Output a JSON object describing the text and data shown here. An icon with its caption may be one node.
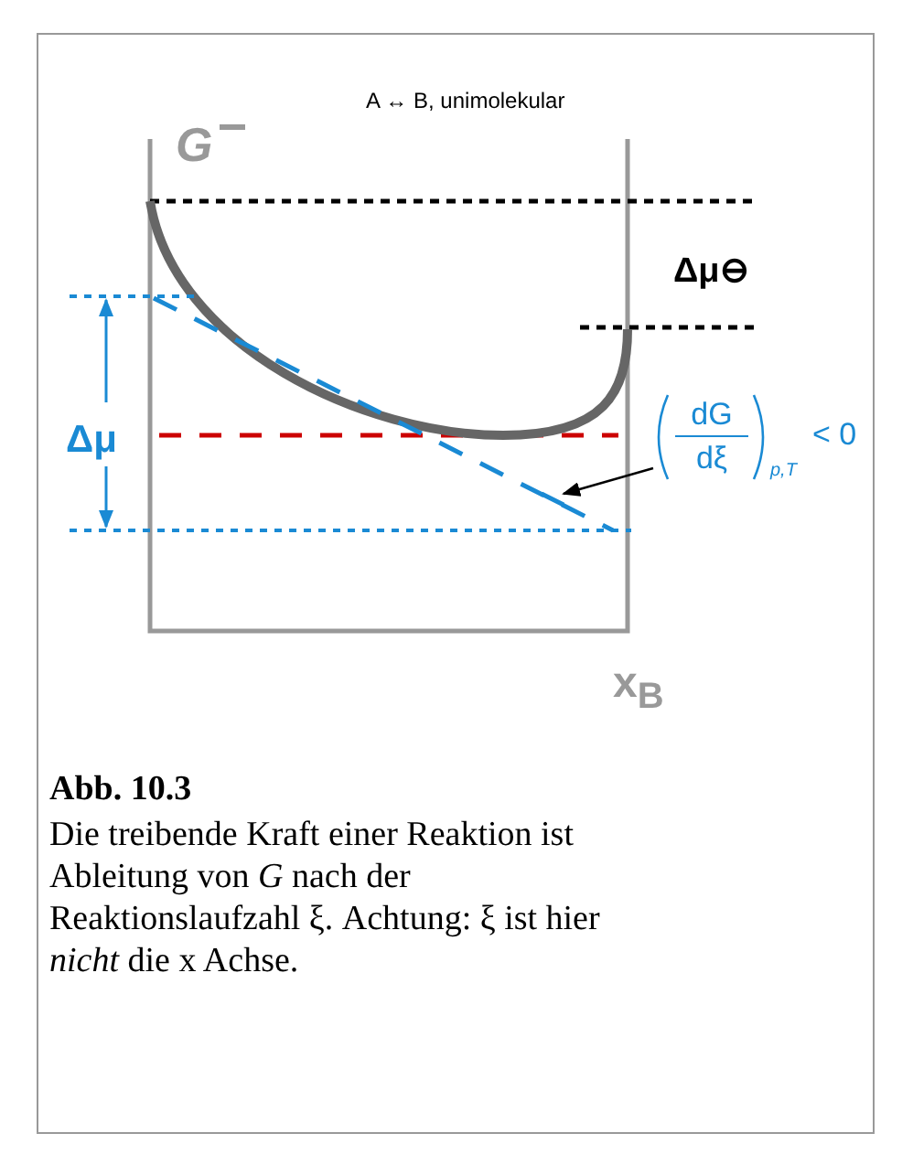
{
  "diagram": {
    "title": "Abb. 10.3",
    "caption": "Die treibende Kraft einer Reaktion ist Ableitung von *G* nach der Reaktionslaufzahl ξ. Achtung: ξ ist hier *nicht* die x Achse.",
    "nodes": [
      {
        "text": [
          "dG",
          "dξ",
          "p,T",
          "< 0"
        ]
      },
      {
        "text": [],
        "shape": "line"
      }
    ],
    "edges": [
      {
        "from": 0,
        "to": 1,
        "arrow": "to"
      }
    ],
    "labels": [
      "A ↔ B, unimolekular",
      "G",
      "Δμ⊖",
      "Δμ",
      "x$_{B}$"
    ]
  }
}
